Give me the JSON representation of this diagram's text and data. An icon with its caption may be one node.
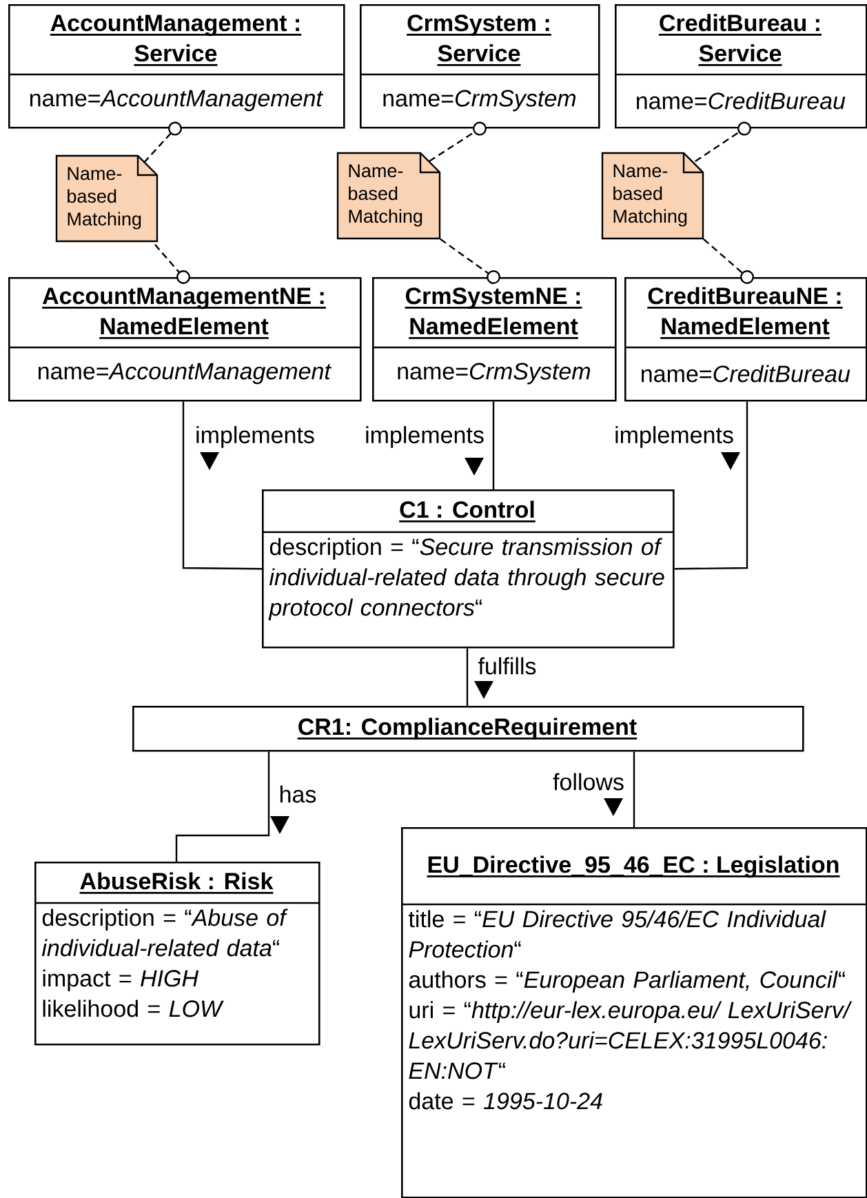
{
  "diagram": {
    "nodes": [
      {
        "text": [
          "AccountManagement : Service",
          "name=*AccountManagement*"
        ]
      },
      {
        "text": [
          "CrmSystem : Service",
          "name=*CrmSystem*"
        ]
      },
      {
        "text": [
          "CreditBureau : Service",
          "name=*CreditBureau*"
        ]
      },
      {
        "text": [
          "Name-based Matching"
        ]
      },
      {
        "text": [
          "Name-based Matching"
        ]
      },
      {
        "text": [
          "Name-based Matching"
        ]
      },
      {
        "text": [
          "AccountManagementNE : NamedElement",
          "name=*AccountManagement*"
        ]
      },
      {
        "text": [
          "CrmSystemNE : NamedElement",
          "name=*CrmSystem*"
        ]
      },
      {
        "text": [
          "CreditBureauNE : NamedElement",
          "name=*CreditBureau*"
        ]
      },
      {
        "text": [
          "C1 : Control",
          "description = “*Secure transmission of individual-related data through secure protocol connectors*“"
        ]
      },
      {
        "text": [
          "CR1: ComplianceRequirement"
        ]
      },
      {
        "text": [
          "AbuseRisk : Risk",
          "description = “*Abuse of individual-related data*“",
          "impact = *HIGH*",
          "likelihood = *LOW*"
        ]
      },
      {
        "text": [
          "EU_Directive_95_46_EC : Legislation",
          "title = “*EU Directive 95/46/EC Individual Protection*“",
          "authors = “*European Parliament, Council*“",
          "uri = “*http://eur-lex.europa.eu/ LexUriServ/ LexUriServ.do?uri=CELEX:31995L0046: EN:NOT*“",
          "date = *1995-10-24*"
        ]
      }
    ],
    "edges": [
      {
        "from": 3,
        "to": 0,
        "arrow": "other",
        "style": "dashed"
      },
      {
        "from": 3,
        "to": 6,
        "arrow": "other",
        "style": "dashed"
      },
      {
        "from": 4,
        "to": 1,
        "arrow": "other",
        "style": "dashed"
      },
      {
        "from": 4,
        "to": 7,
        "arrow": "other",
        "style": "dashed"
      },
      {
        "from": 5,
        "to": 2,
        "arrow": "other",
        "style": "dashed"
      },
      {
        "from": 5,
        "to": 8,
        "arrow": "other",
        "style": "dashed"
      },
      {
        "from": 6,
        "to": 9,
        "arrow": "none",
        "label": "implements"
      },
      {
        "from": 7,
        "to": 9,
        "arrow": "none",
        "label": "implements"
      },
      {
        "from": 8,
        "to": 9,
        "arrow": "none",
        "label": "implements"
      },
      {
        "from": 9,
        "to": 10,
        "arrow": "none",
        "label": "fulfills"
      },
      {
        "from": 10,
        "to": 11,
        "arrow": "none",
        "label": "has"
      },
      {
        "from": 10,
        "to": 12,
        "arrow": "none",
        "label": "follows"
      }
    ]
  }
}
